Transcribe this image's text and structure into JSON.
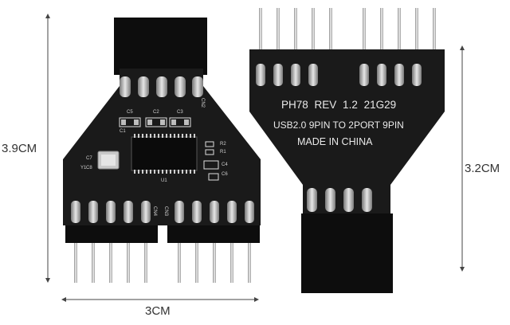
{
  "dimensions": {
    "height_left": "3.9CM",
    "height_right": "3.2CM",
    "width_bottom": "3CM"
  },
  "back_board": {
    "model": "PH78",
    "revision": "REV 1.2",
    "code": "21G29",
    "description": "USB2.0 9PIN TO 2PORT 9PIN",
    "origin": "MADE IN CHINA"
  },
  "front_board": {
    "labels": [
      "CN2",
      "C5",
      "C2",
      "C3",
      "C1",
      "C7",
      "C8",
      "Y1",
      "U1",
      "R2",
      "R1",
      "C4",
      "C6",
      "CN4",
      "CN3"
    ]
  },
  "colors": {
    "pcb": "#1a1a1a",
    "connector": "#0d0d0d",
    "pin_metal": "#c8c8c8",
    "silkscreen": "#e9e9e9",
    "dimension_line": "#444444"
  }
}
